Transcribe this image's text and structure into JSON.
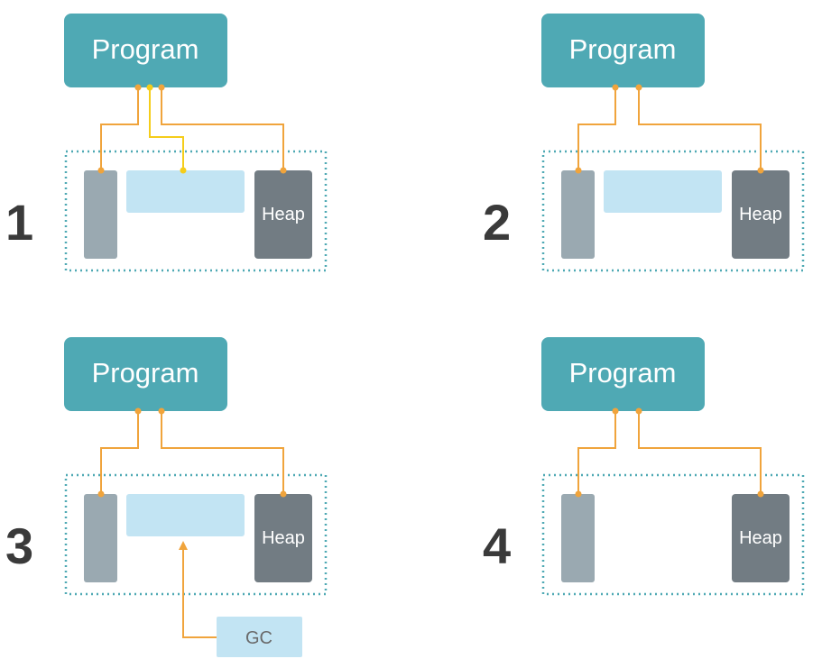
{
  "program_label": "Program",
  "heap_label": "Heap",
  "gc_label": "GC",
  "colors": {
    "program_fill": "#4fa9b4",
    "stack_fill": "#9aa9b1",
    "heap_fill": "#727c83",
    "block_fill": "#c2e4f3",
    "gc_fill": "#c2e4f3",
    "wire_orange": "#f0a43c",
    "wire_yellow": "#f5cd1a",
    "border_dotted": "#4fa9b4",
    "number_text": "#3a3a3a"
  },
  "panels": [
    {
      "number": "1",
      "has_block": true,
      "block_referenced": true,
      "has_gc": false
    },
    {
      "number": "2",
      "has_block": true,
      "block_referenced": false,
      "has_gc": false
    },
    {
      "number": "3",
      "has_block": true,
      "block_referenced": false,
      "has_gc": true
    },
    {
      "number": "4",
      "has_block": false,
      "block_referenced": false,
      "has_gc": false
    }
  ]
}
